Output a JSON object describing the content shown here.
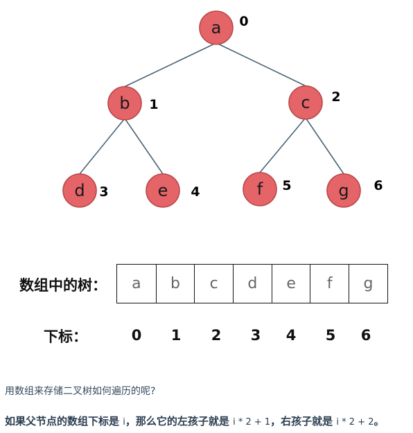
{
  "tree": {
    "nodes": [
      {
        "label": "a",
        "index": "0"
      },
      {
        "label": "b",
        "index": "1"
      },
      {
        "label": "c",
        "index": "2"
      },
      {
        "label": "d",
        "index": "3"
      },
      {
        "label": "e",
        "index": "4"
      },
      {
        "label": "f",
        "index": "5"
      },
      {
        "label": "g",
        "index": "6"
      }
    ],
    "edges": [
      [
        "a",
        "b"
      ],
      [
        "a",
        "c"
      ],
      [
        "b",
        "d"
      ],
      [
        "b",
        "e"
      ],
      [
        "c",
        "f"
      ],
      [
        "c",
        "g"
      ]
    ],
    "node_fill": "#e46468",
    "node_stroke": "#b8484c",
    "edge_color": "#4a6374"
  },
  "array": {
    "label": "数组中的树：",
    "cells": [
      "a",
      "b",
      "c",
      "d",
      "e",
      "f",
      "g"
    ]
  },
  "indices": {
    "label": "下标：",
    "values": [
      "0",
      "1",
      "2",
      "3",
      "4",
      "5",
      "6"
    ]
  },
  "text": {
    "question": "用数组来存储二叉树如何遍历的呢?",
    "formula_bold_1": "如果父节点的数组下标是 ",
    "formula_expr_1": "i",
    "formula_bold_2": "，那么它的左孩子就是 ",
    "formula_expr_2": "i * 2 + 1",
    "formula_bold_3": "，右孩子就是 ",
    "formula_expr_3": "i * 2 + 2",
    "formula_end": "。"
  }
}
